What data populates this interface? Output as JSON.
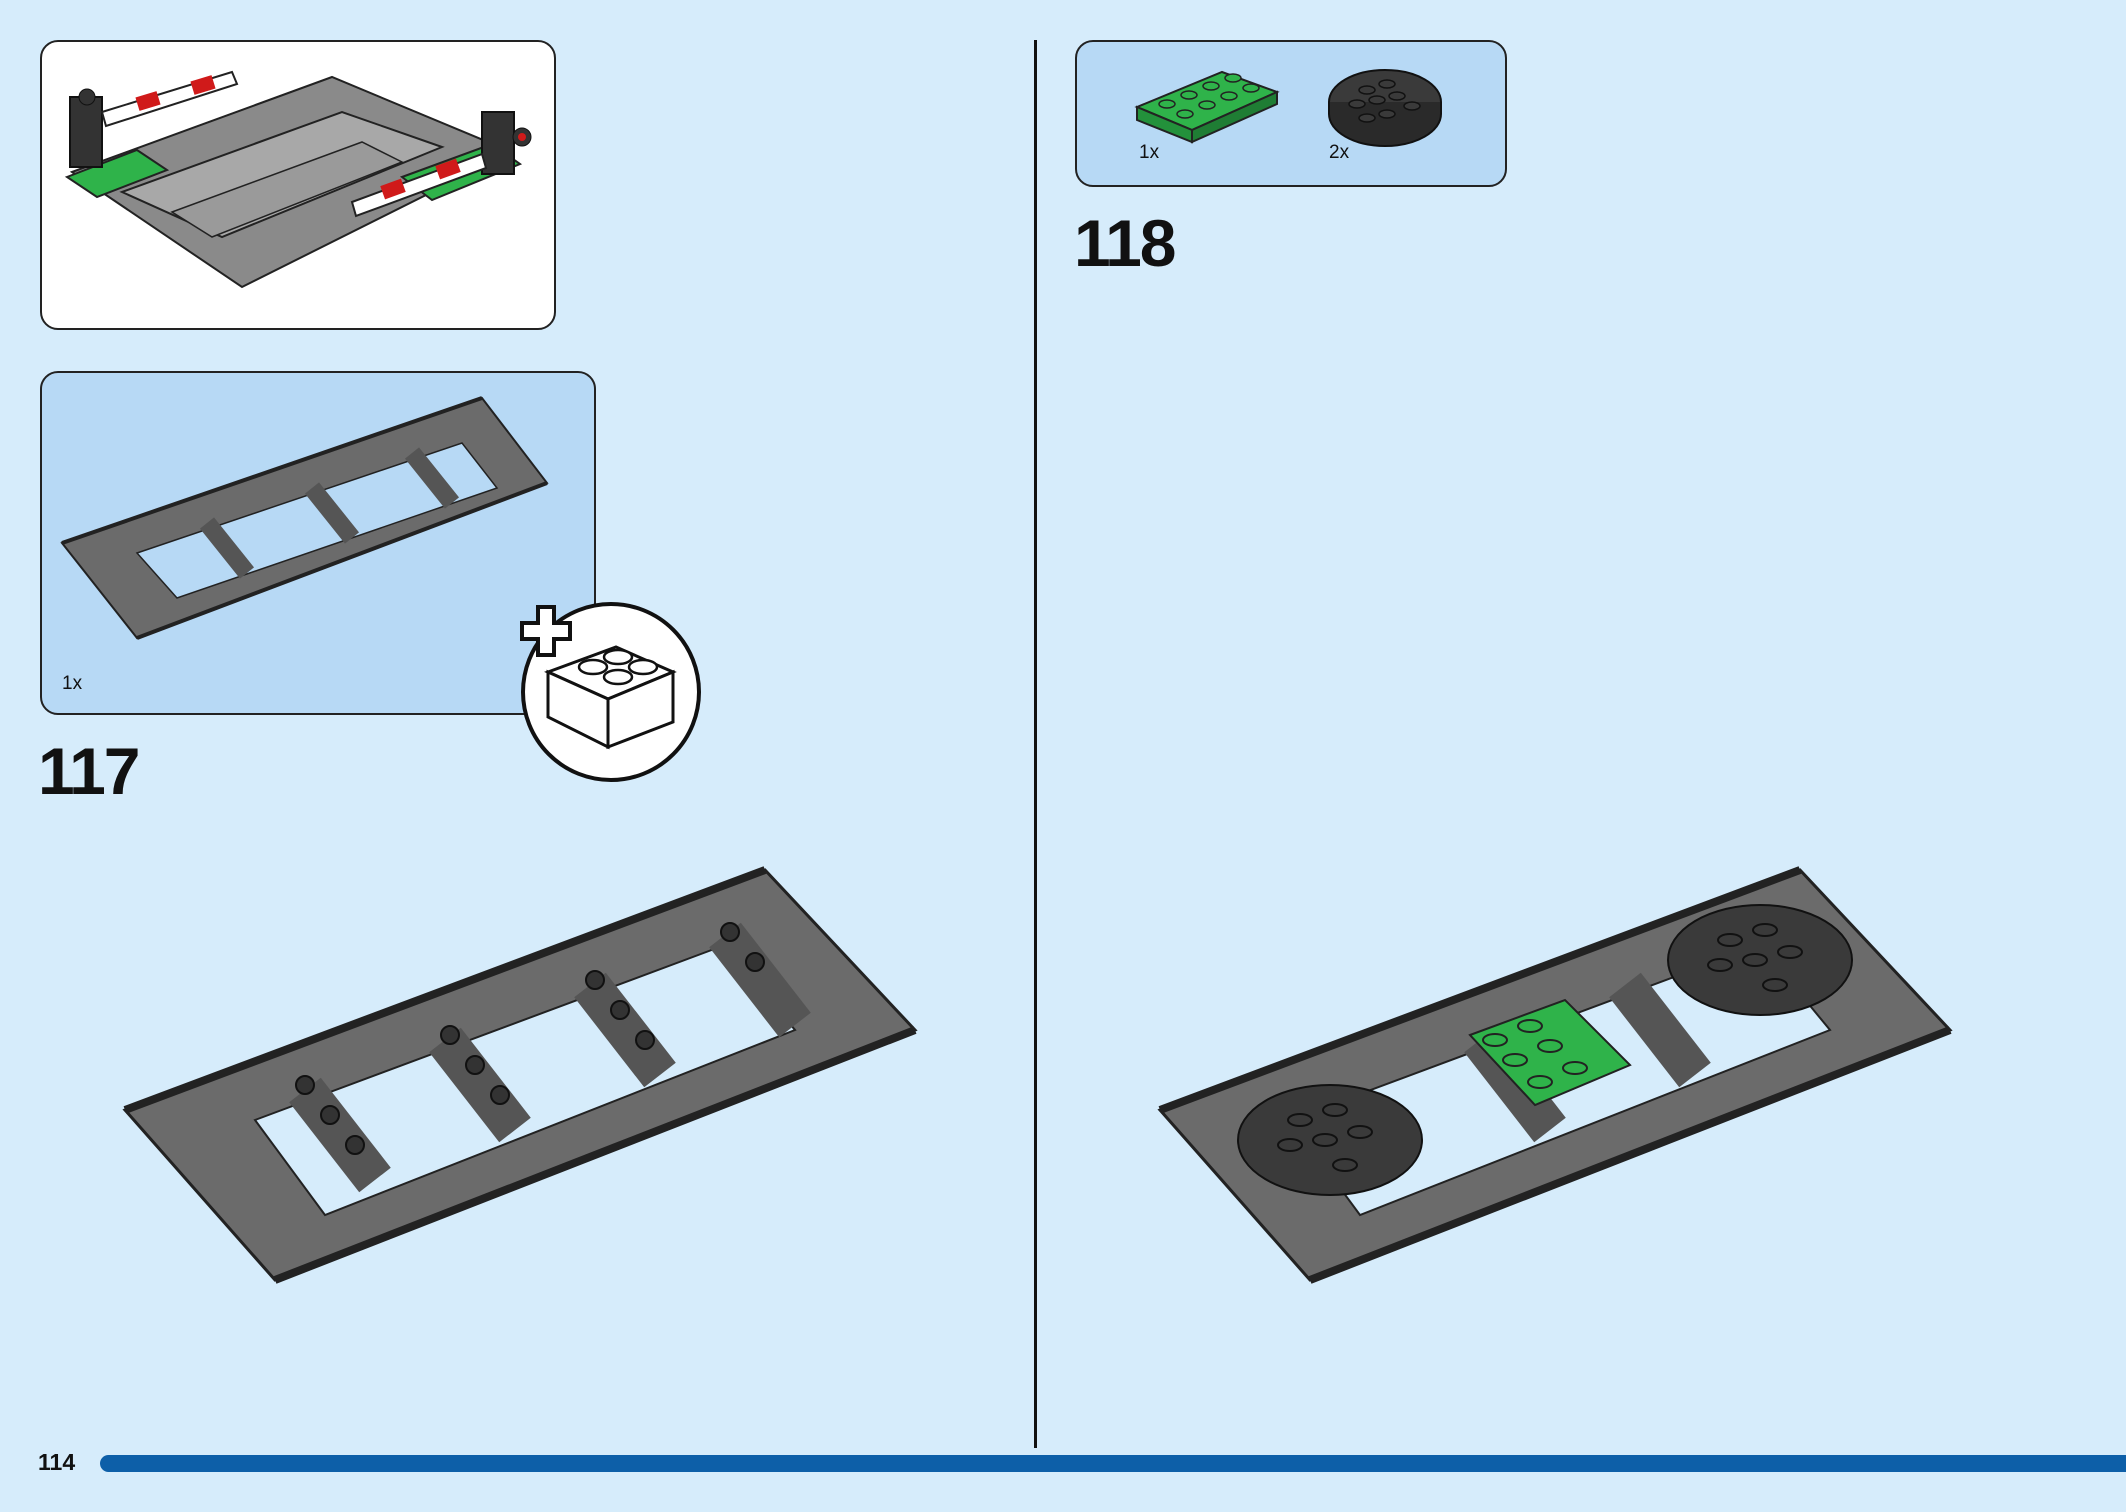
{
  "page": {
    "number": "114",
    "background": "#d6ecfb",
    "accent": "#0d5fa8"
  },
  "previous_result": {
    "icon": "railway-crossing-assembly-icon"
  },
  "steps": [
    {
      "number": "117",
      "parts": [
        {
          "qty": "1x",
          "icon": "straight-rail-track-icon"
        }
      ],
      "callout": {
        "icon": "add-new-submodel-icon"
      },
      "build_icon": "straight-rail-track-icon"
    },
    {
      "number": "118",
      "parts": [
        {
          "qty": "1x",
          "icon": "green-plate-2x4-icon",
          "color": "#2fb34a"
        },
        {
          "qty": "2x",
          "icon": "round-plate-4x4-black-icon",
          "color": "#333333"
        }
      ],
      "build_icon": "track-with-green-plate-and-round-plates-icon"
    }
  ],
  "colors": {
    "track": "#6b6b6b",
    "green": "#2fb34a",
    "black_plate": "#3a3a3a",
    "panel": "#b7d9f5"
  }
}
